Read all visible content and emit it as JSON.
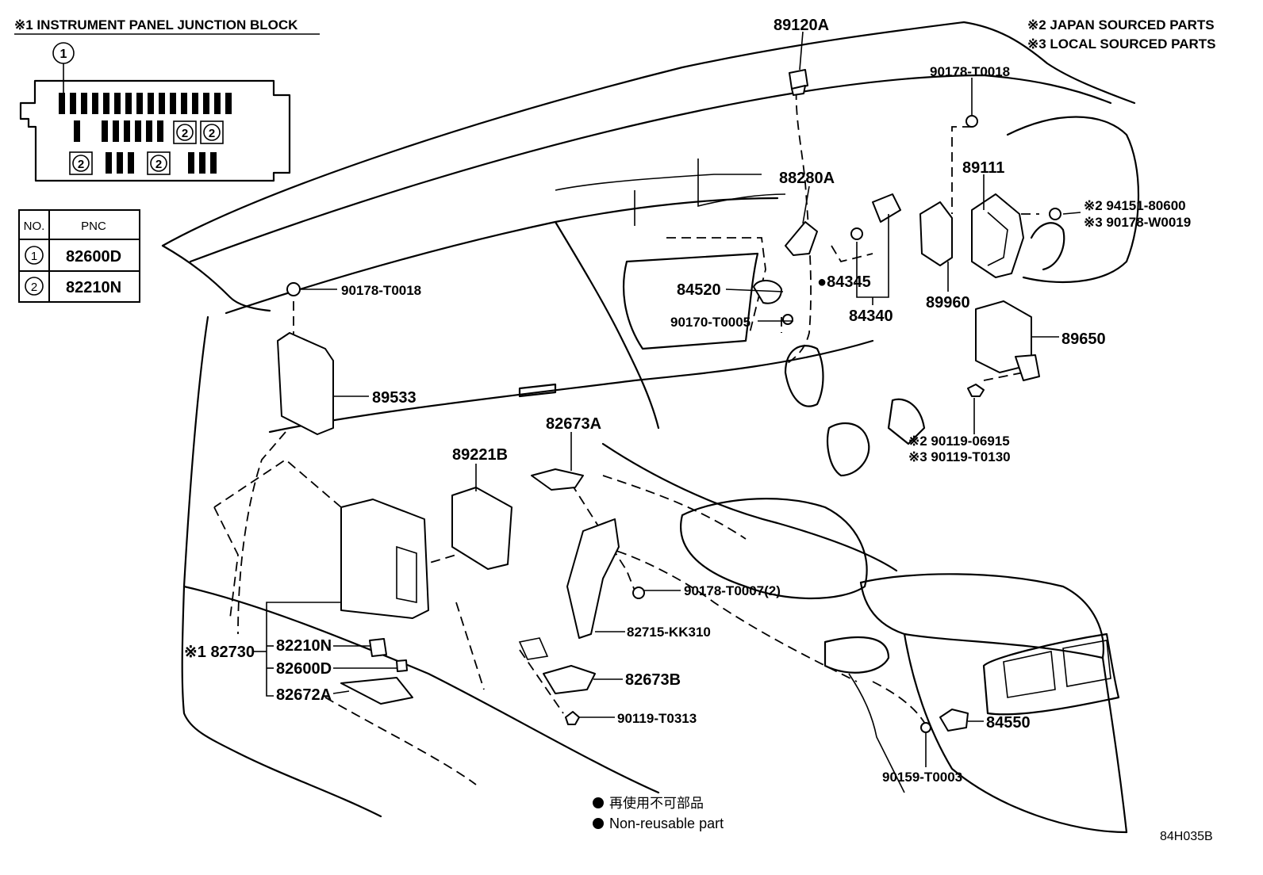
{
  "junction_block": {
    "title": "※1 INSTRUMENT PANEL JUNCTION BLOCK",
    "callout_1": "1",
    "callout_2": "2"
  },
  "pnc_table": {
    "headers": [
      "NO.",
      "PNC"
    ],
    "rows": [
      {
        "no": "1",
        "pnc": "82600D"
      },
      {
        "no": "2",
        "pnc": "82210N"
      }
    ]
  },
  "notes": {
    "japan": "※2 JAPAN SOURCED PARTS",
    "local": "※3 LOCAL SOURCED PARTS"
  },
  "parts": {
    "p89120A": "89120A",
    "p90178_T0018_top": "90178-T0018",
    "p89111": "89111",
    "p88280A": "88280A",
    "p94151": "※2 94151-80600",
    "p90178_W0019": "※3 90178-W0019",
    "p90178_T0018_left": "90178-T0018",
    "p84520": "84520",
    "p84345": "●84345",
    "p90170_T0005": "90170-T0005",
    "p84340": "84340",
    "p89960": "89960",
    "p89650": "89650",
    "p89533": "89533",
    "p90119_06915": "※2 90119-06915",
    "p90119_T0130": "※3 90119-T0130",
    "p82673A": "82673A",
    "p89221B": "89221B",
    "p90178_T0007": "90178-T0007(2)",
    "p82730": "※1 82730",
    "p82210N": "82210N",
    "p82715": "82715-KK310",
    "p82600D": "82600D",
    "p82673B": "82673B",
    "p82672A": "82672A",
    "p90119_T0313": "90119-T0313",
    "p84550": "84550",
    "p90159_T0003": "90159-T0003"
  },
  "legend": {
    "jp": "再使用不可部品",
    "en": "Non-reusable part"
  },
  "figure_code": "84H035B"
}
